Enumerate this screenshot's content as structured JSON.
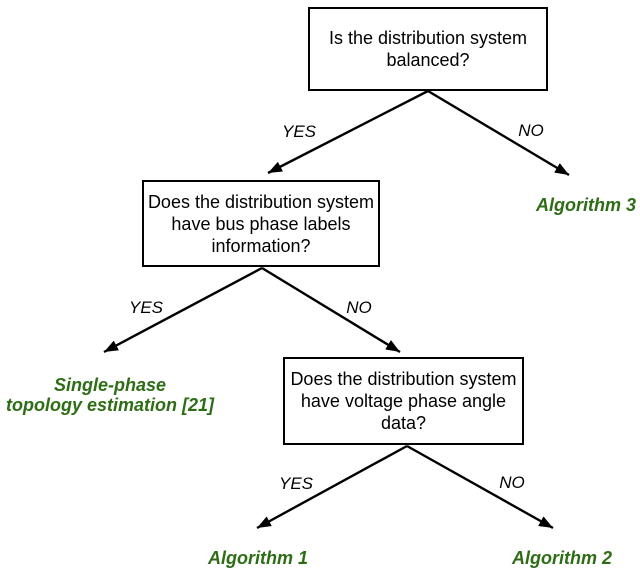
{
  "colors": {
    "background": "#ffffff",
    "box_border": "#000000",
    "box_text": "#000000",
    "arrow": "#000000",
    "edge_label": "#000000",
    "leaf_label": "#2d6e14"
  },
  "nodes": {
    "q1": {
      "text": "Is the distribution system balanced?"
    },
    "q2": {
      "text": "Does the distribution system have bus phase labels information?"
    },
    "q3": {
      "text": "Does the distribution system have voltage phase angle data?"
    }
  },
  "edges": {
    "q1_yes": {
      "label": "YES"
    },
    "q1_no": {
      "label": "NO"
    },
    "q2_yes": {
      "label": "YES"
    },
    "q2_no": {
      "label": "NO"
    },
    "q3_yes": {
      "label": "YES"
    },
    "q3_no": {
      "label": "NO"
    }
  },
  "leaves": {
    "algorithm3": {
      "text": "Algorithm 3"
    },
    "single_phase": {
      "line1": "Single-phase",
      "line2": "topology estimation [21]"
    },
    "algorithm1": {
      "text": "Algorithm 1"
    },
    "algorithm2": {
      "text": "Algorithm 2"
    }
  }
}
